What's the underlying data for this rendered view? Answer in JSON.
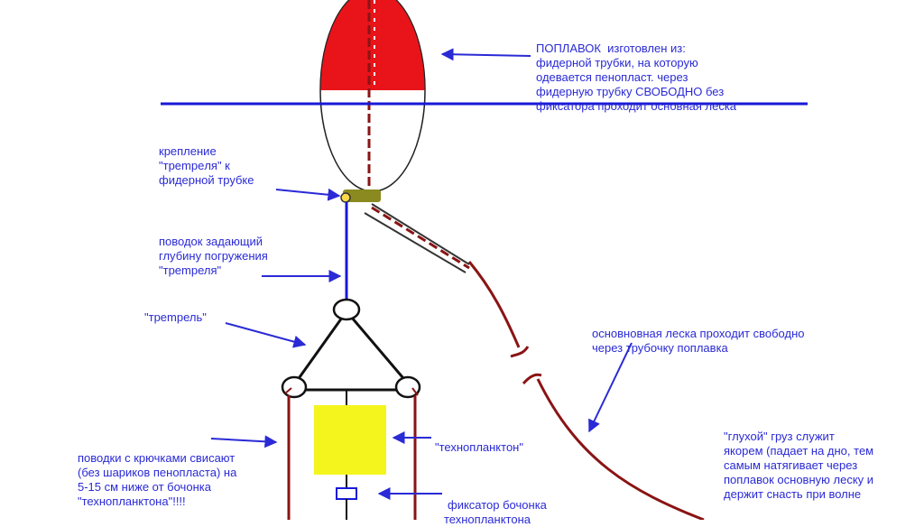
{
  "labels": {
    "float": "ПОПЛАВОК  изготовлен из:\nфидерной трубки, на которую\nодевается пенопласт. через\nфидерную трубку СВОБОДНО без\nфиксатора проходит основная леска",
    "mount": "крепление\n\"трempeля\" к\nфидерной трубке",
    "leader": "поводок задающий\nглубину погружения\n\"трempеля\"",
    "trempel": "\"трempель\"",
    "mainline": "основновная леска проходит свободно\nчерез трубочку поплавка",
    "hooks": "поводки с крючками свисают\n(без шариков пенопласта) на\n5-15 см ниже от бочонка\n\"технопланктона\"!!!!",
    "technoplankton": "\"технопланктон\"",
    "stopper": "фиксатор бочонка",
    "stopper_cut": "технопланктона",
    "weight": "\"глухой\" груз служит\nякорем (падает на дно, тем\nсамым натягивает через\nпоплавок основную леску и\nдержит снасть при волне"
  },
  "colors": {
    "label_text": "#2a2ad6",
    "float_top": "#e8141a",
    "water_line": "#1818d8",
    "main_line": "#8a1414",
    "frame": "#111111",
    "technoplankton": "#f5f51e",
    "tube": "#8a8a20",
    "arrow": "#2a2ad6"
  }
}
